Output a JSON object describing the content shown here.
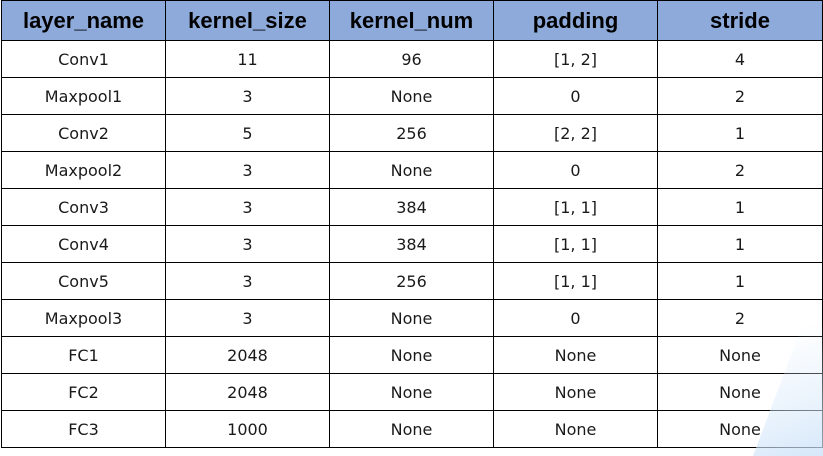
{
  "table": {
    "headers": [
      "layer_name",
      "kernel_size",
      "kernel_num",
      "padding",
      "stride"
    ],
    "rows": [
      [
        "Conv1",
        "11",
        "96",
        "[1, 2]",
        "4"
      ],
      [
        "Maxpool1",
        "3",
        "None",
        "0",
        "2"
      ],
      [
        "Conv2",
        "5",
        "256",
        "[2, 2]",
        "1"
      ],
      [
        "Maxpool2",
        "3",
        "None",
        "0",
        "2"
      ],
      [
        "Conv3",
        "3",
        "384",
        "[1, 1]",
        "1"
      ],
      [
        "Conv4",
        "3",
        "384",
        "[1, 1]",
        "1"
      ],
      [
        "Conv5",
        "3",
        "256",
        "[1, 1]",
        "1"
      ],
      [
        "Maxpool3",
        "3",
        "None",
        "0",
        "2"
      ],
      [
        "FC1",
        "2048",
        "None",
        "None",
        "None"
      ],
      [
        "FC2",
        "2048",
        "None",
        "None",
        "None"
      ],
      [
        "FC3",
        "1000",
        "None",
        "None",
        "None"
      ]
    ]
  },
  "colors": {
    "header_background": "#8EAADB",
    "border": "#000000",
    "text": "#1a1a1a"
  }
}
